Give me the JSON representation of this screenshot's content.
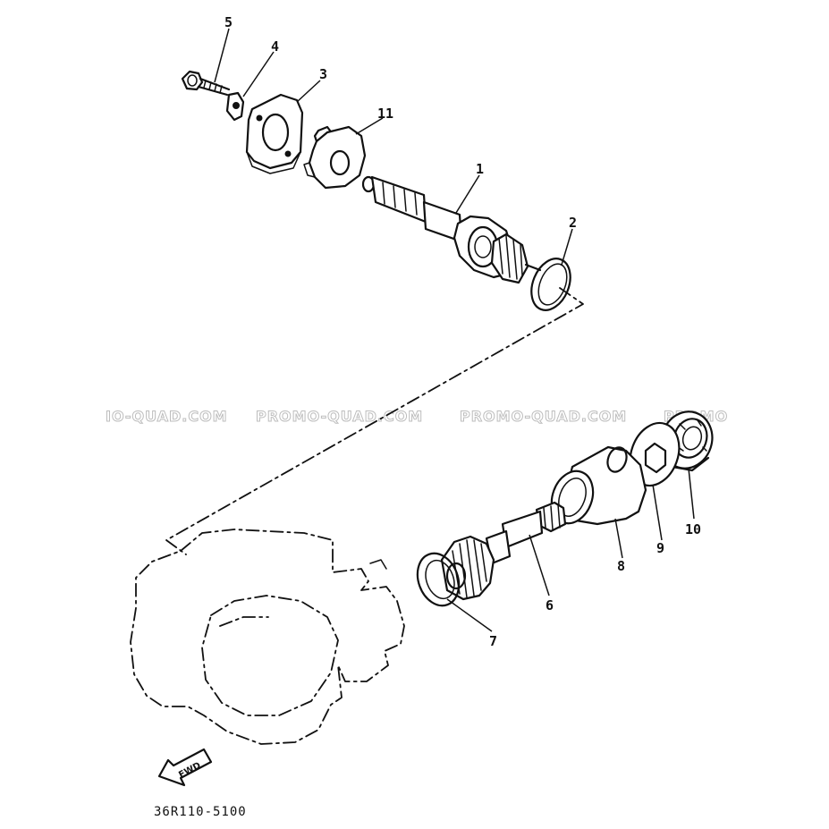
{
  "diagram": {
    "callouts": [
      {
        "id": "1",
        "label": "1"
      },
      {
        "id": "2",
        "label": "2"
      },
      {
        "id": "3",
        "label": "3"
      },
      {
        "id": "4",
        "label": "4"
      },
      {
        "id": "5",
        "label": "5"
      },
      {
        "id": "6",
        "label": "6"
      },
      {
        "id": "7",
        "label": "7"
      },
      {
        "id": "8",
        "label": "8"
      },
      {
        "id": "9",
        "label": "9"
      },
      {
        "id": "10",
        "label": "10"
      },
      {
        "id": "11",
        "label": "11"
      }
    ],
    "direction_label": "FWD",
    "diagram_code": "36R110-5100"
  },
  "watermarks": [
    "IO-QUAD.COM",
    "PROMO-QUAD.COM",
    "PROMO-QUAD.COM",
    "PROMO"
  ],
  "colors": {
    "ink": "#111111",
    "watermark": "#bdbdbd",
    "background": "#ffffff"
  }
}
